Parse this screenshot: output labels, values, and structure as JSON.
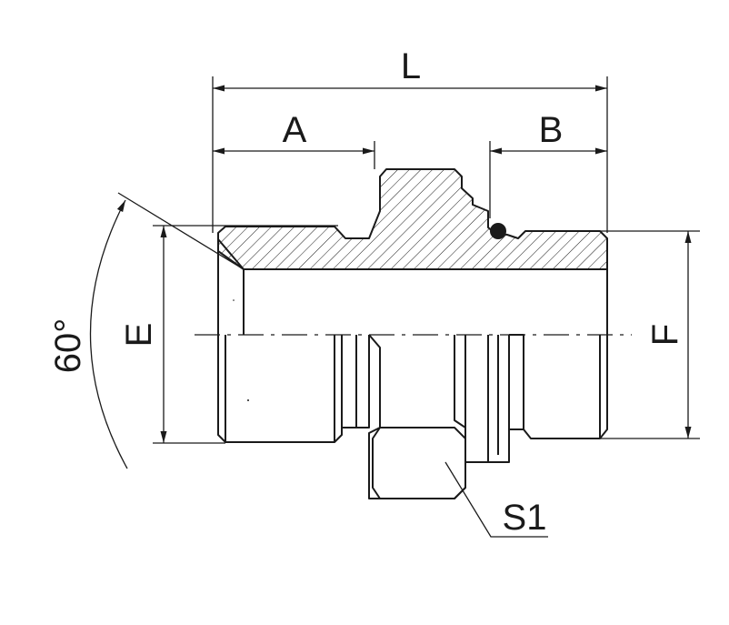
{
  "labels": {
    "length": "L",
    "a": "A",
    "b": "B",
    "e": "E",
    "f": "F",
    "angle": "60°",
    "s1": "S1"
  },
  "colors": {
    "line": "#1a1a1a",
    "background": "#ffffff"
  }
}
